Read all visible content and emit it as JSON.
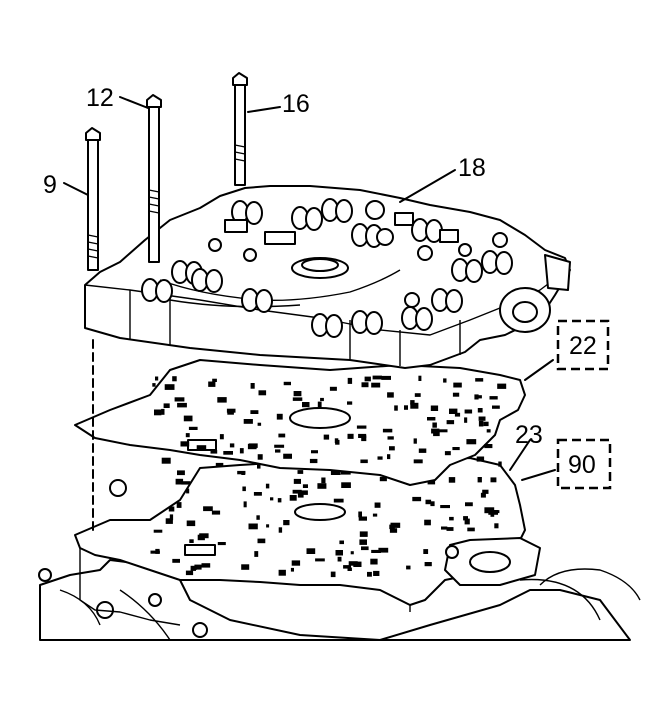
{
  "callouts": {
    "bolt_9": "9",
    "bolt_12": "12",
    "bolt_16": "16",
    "valve_body_18": "18",
    "gasket_22": "22",
    "plate_23": "23",
    "ref_90": "90"
  },
  "colors": {
    "line": "#000000",
    "background": "#ffffff"
  }
}
